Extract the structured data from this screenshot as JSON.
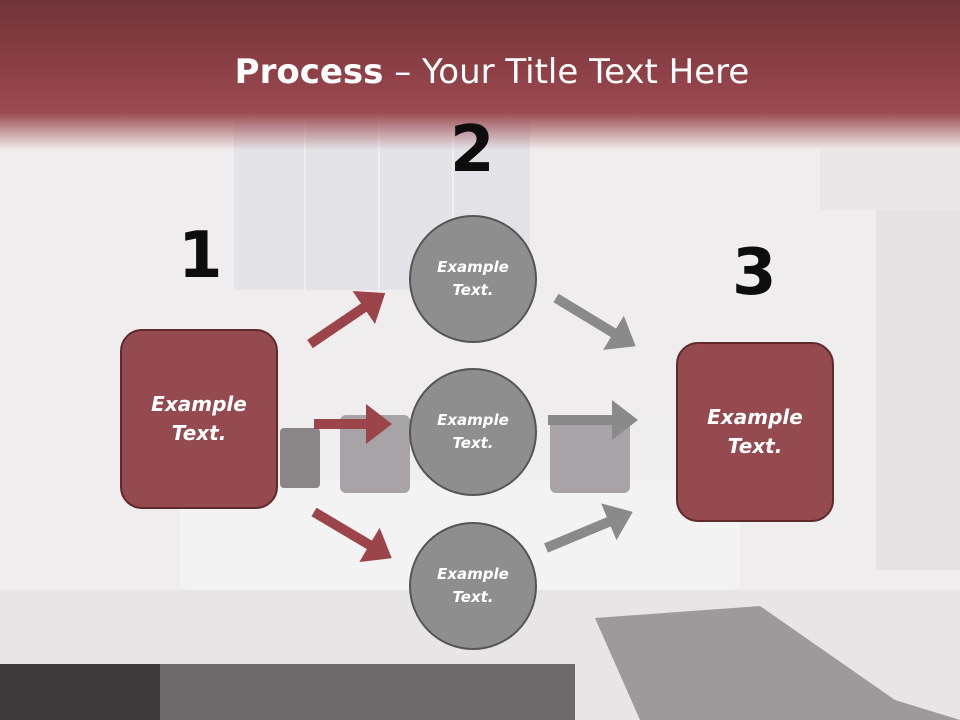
{
  "slide": {
    "title_bold": "Process",
    "title_sep": " – ",
    "title_rest": "Your Title Text Here"
  },
  "steps": [
    {
      "number": "1",
      "label": "Example Text."
    },
    {
      "number": "2",
      "labels": [
        "Example Text.",
        "Example Text.",
        "Example Text."
      ]
    },
    {
      "number": "3",
      "label": "Example Text."
    }
  ],
  "colors": {
    "header": "#8c4046",
    "box_fill": "#944a4f",
    "circle_fill": "#8e8e8e",
    "arrow_red": "#9b454b",
    "arrow_gray": "#8a8a8a"
  }
}
